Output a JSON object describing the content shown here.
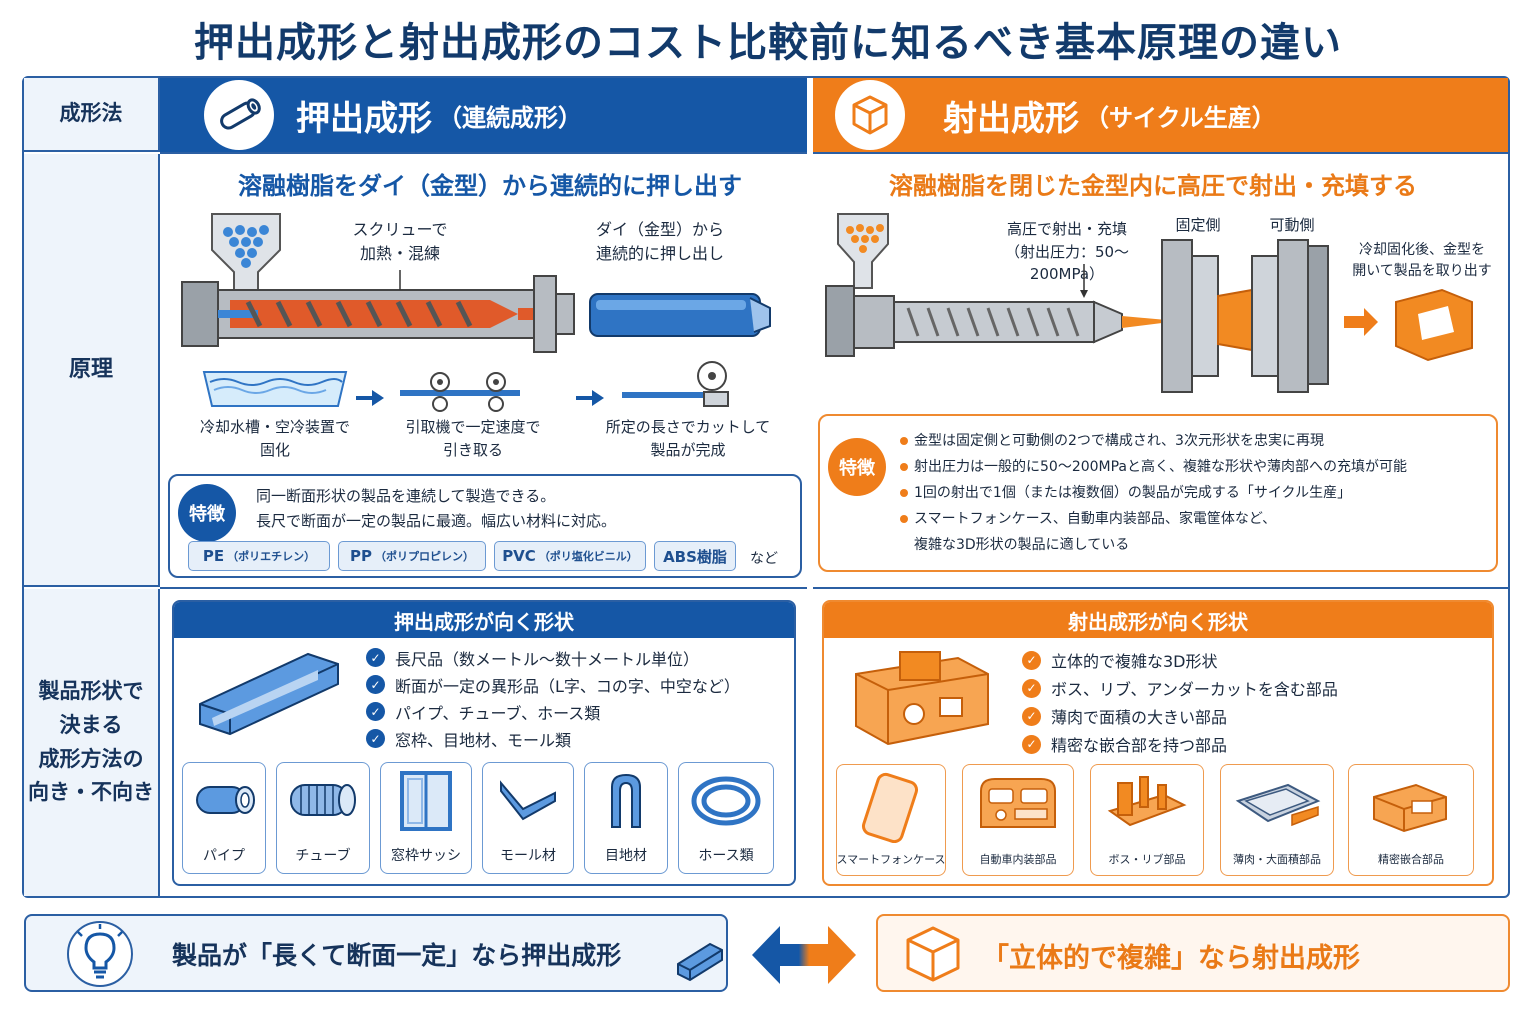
{
  "title": "押出成形と射出成形のコスト比較前に知るべき基本原理の違い",
  "row_labels": {
    "method": "成形法",
    "principle": "原理",
    "shape": [
      "製品形状で",
      "決まる",
      "成形方法の",
      "向き・不向き"
    ]
  },
  "extrusion": {
    "title": "押出成形",
    "subtitle": "（連続成形）",
    "principle": "溶融樹脂をダイ（金型）から連続的に押し出す",
    "screw_note": [
      "スクリューで",
      "加熱・混練"
    ],
    "die_note": [
      "ダイ（金型）から",
      "連続的に押し出し"
    ],
    "steps": [
      [
        "冷却水槽・空冷装置で",
        "固化"
      ],
      [
        "引取機で一定速度で",
        "引き取る"
      ],
      [
        "所定の長さでカットして",
        "製品が完成"
      ]
    ],
    "feature_badge": "特徴",
    "features": [
      "同一断面形状の製品を連続して製造できる。",
      "長尺で断面が一定の製品に最適。幅広い材料に対応。"
    ],
    "materials": [
      {
        "code": "PE",
        "name": "（ポリエチレン）"
      },
      {
        "code": "PP",
        "name": "（ポリプロピレン）"
      },
      {
        "code": "PVC",
        "name": "（ポリ塩化ビニル）"
      },
      {
        "code": "ABS樹脂",
        "name": ""
      }
    ],
    "materials_etc": "など",
    "shape_title": "押出成形が向く形状",
    "shape_items": [
      "長尺品（数メートル～数十メートル単位）",
      "断面が一定の異形品（L字、コの字、中空など）",
      "パイプ、チューブ、ホース類",
      "窓枠、目地材、モール類"
    ],
    "products": [
      "パイプ",
      "チューブ",
      "窓枠サッシ",
      "モール材",
      "目地材",
      "ホース類"
    ]
  },
  "injection": {
    "title": "射出成形",
    "subtitle": "（サイクル生産）",
    "principle": "溶融樹脂を閉じた金型内に高圧で射出・充填する",
    "pressure_note": [
      "高圧で射出・充填",
      "（射出圧力：50～200MPa）"
    ],
    "fixed_side": "固定側",
    "moving_side": "可動側",
    "eject_note": [
      "冷却固化後、金型を",
      "開いて製品を取り出す"
    ],
    "feature_badge": "特徴",
    "features": [
      "金型は固定側と可動側の2つで構成され、3次元形状を忠実に再現",
      "射出圧力は一般的に50～200MPaと高く、複雑な形状や薄肉部への充填が可能",
      "1回の射出で1個（または複数個）の製品が完成する「サイクル生産」",
      "スマートフォンケース、自動車内装部品、家電筐体など、",
      "複雑な3D形状の製品に適している"
    ],
    "shape_title": "射出成形が向く形状",
    "shape_items": [
      "立体的で複雑な3D形状",
      "ボス、リブ、アンダーカットを含む部品",
      "薄肉で面積の大きい部品",
      "精密な嵌合部を持つ部品"
    ],
    "products": [
      "スマートフォンケース",
      "自動車内装部品",
      "ボス・リブ部品",
      "薄肉・大面積部品",
      "精密嵌合部品"
    ]
  },
  "summary": {
    "extrusion": "製品が「長くて断面一定」なら押出成形",
    "injection": "「立体的で複雑」なら射出成形"
  },
  "colors": {
    "blue": "#1557a6",
    "orange": "#ef7d1a"
  }
}
